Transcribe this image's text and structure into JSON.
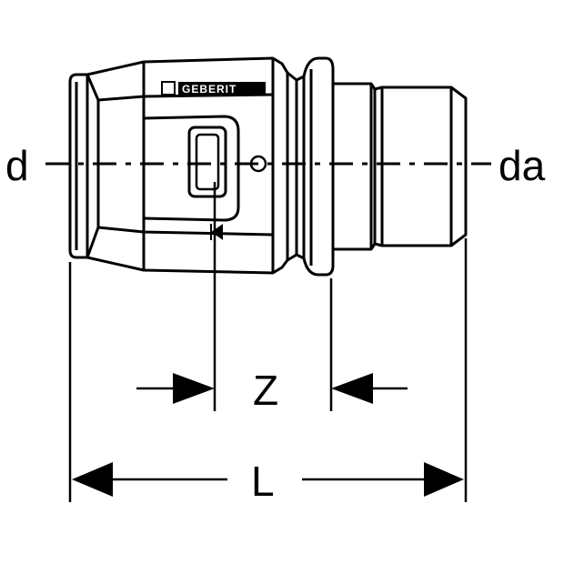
{
  "diagram": {
    "labels": {
      "left_diameter": "d",
      "right_diameter": "da",
      "z_dimension": "Z",
      "length_dimension": "L"
    },
    "logo_text": "GEBERIT",
    "colors": {
      "line": "#000000",
      "background": "#ffffff"
    }
  }
}
